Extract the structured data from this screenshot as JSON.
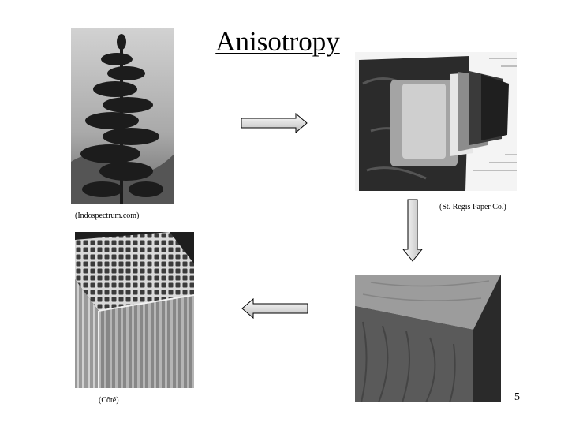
{
  "slide": {
    "title": "Anisotropy",
    "page_number": "5",
    "captions": {
      "tree": "(Indospectrum.com)",
      "trunk": "(St. Regis Paper Co.)",
      "micrograph": "(Côté)"
    }
  }
}
